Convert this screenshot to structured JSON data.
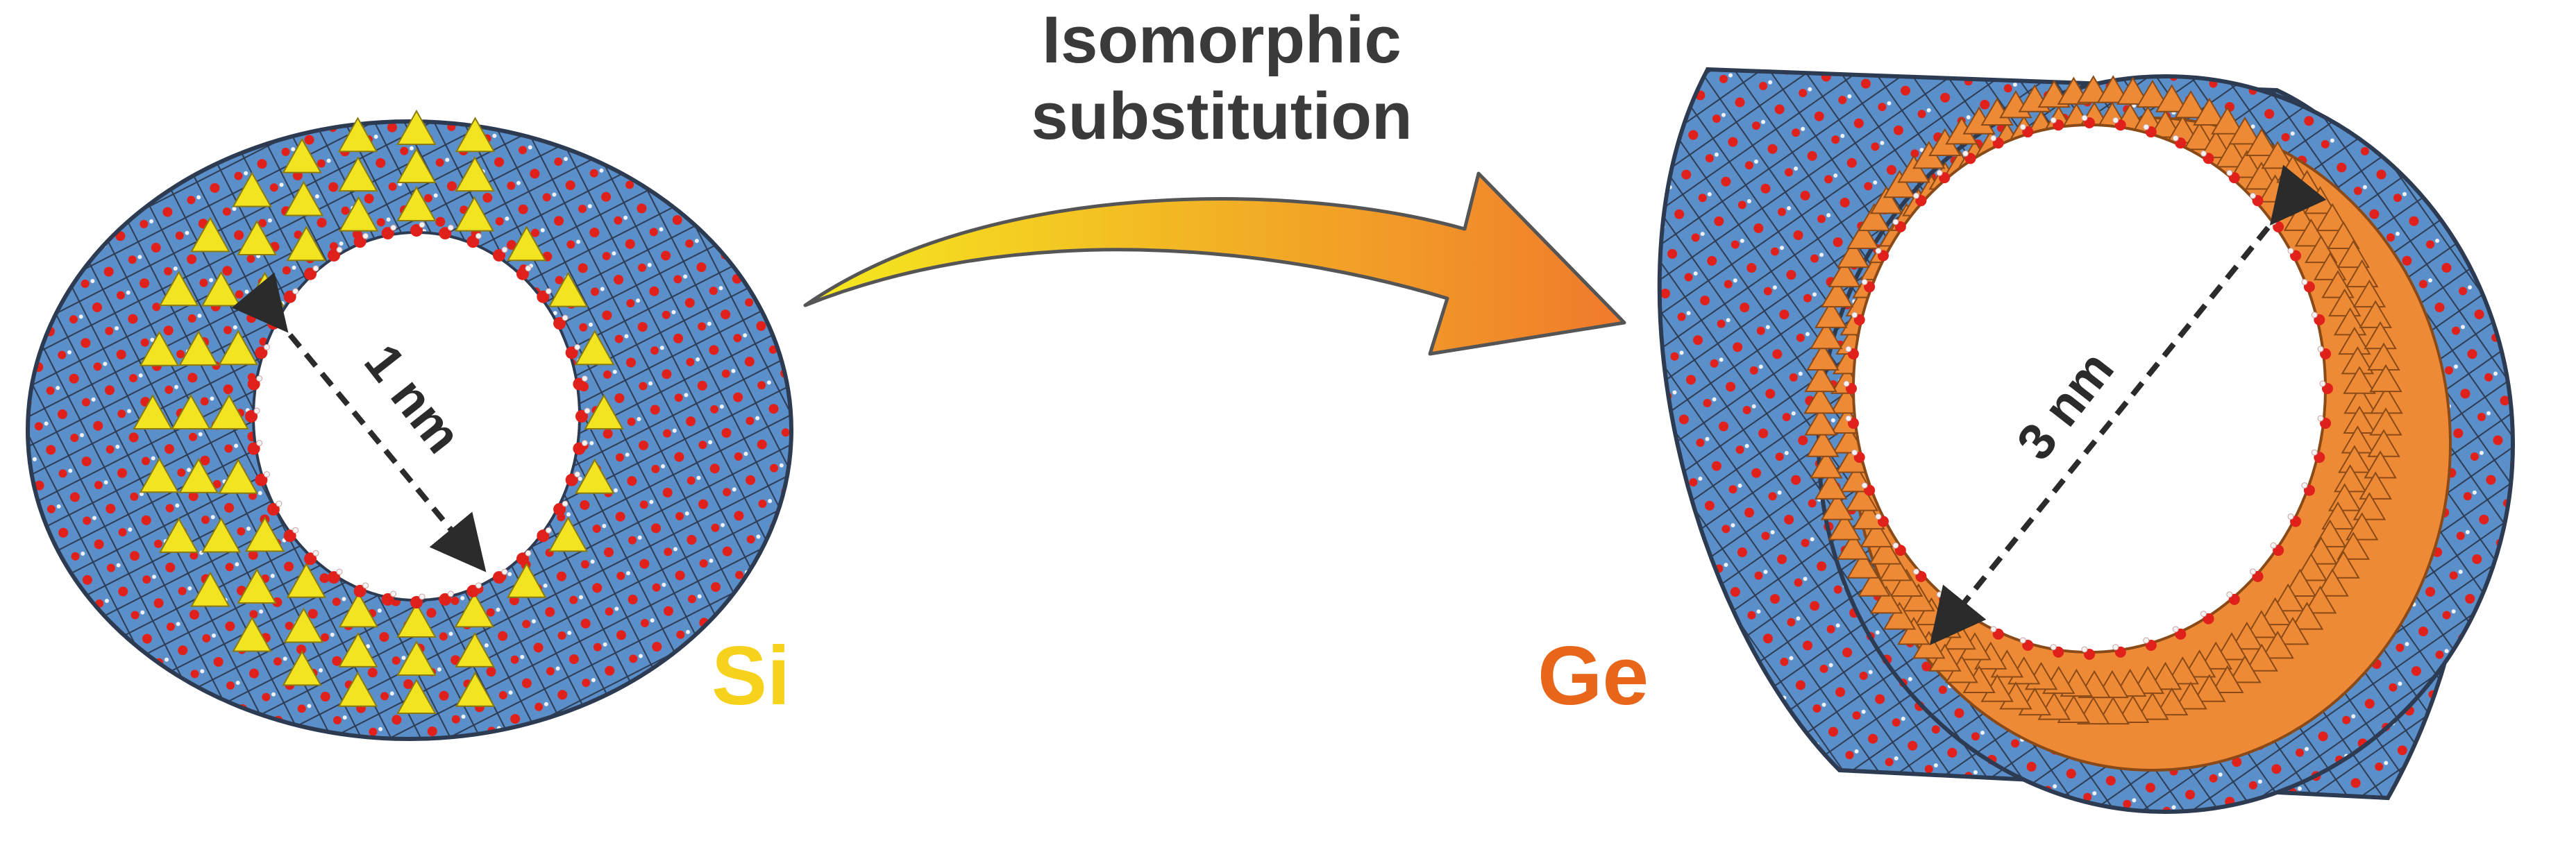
{
  "title": {
    "line1": "Isomorphic",
    "line2": "substitution"
  },
  "tubes": {
    "si": {
      "element": "Si",
      "diameter_label": "1 nm"
    },
    "ge": {
      "element": "Ge",
      "diameter_label": "3 nm"
    }
  },
  "colors": {
    "octahedra": "#5b8fc9",
    "outline": "#2d3b52",
    "oxygen": "#e0201a",
    "hydrogen": "#f3f3f3",
    "si_tetrahedra": "#f2e421",
    "ge_tetrahedra": "#ee8a35",
    "si_label": "#f7d21d",
    "ge_label": "#e8661a",
    "title_text": "#3a3a3a",
    "arrow_start": "#f5ea1e",
    "arrow_end": "#f07a2c"
  }
}
